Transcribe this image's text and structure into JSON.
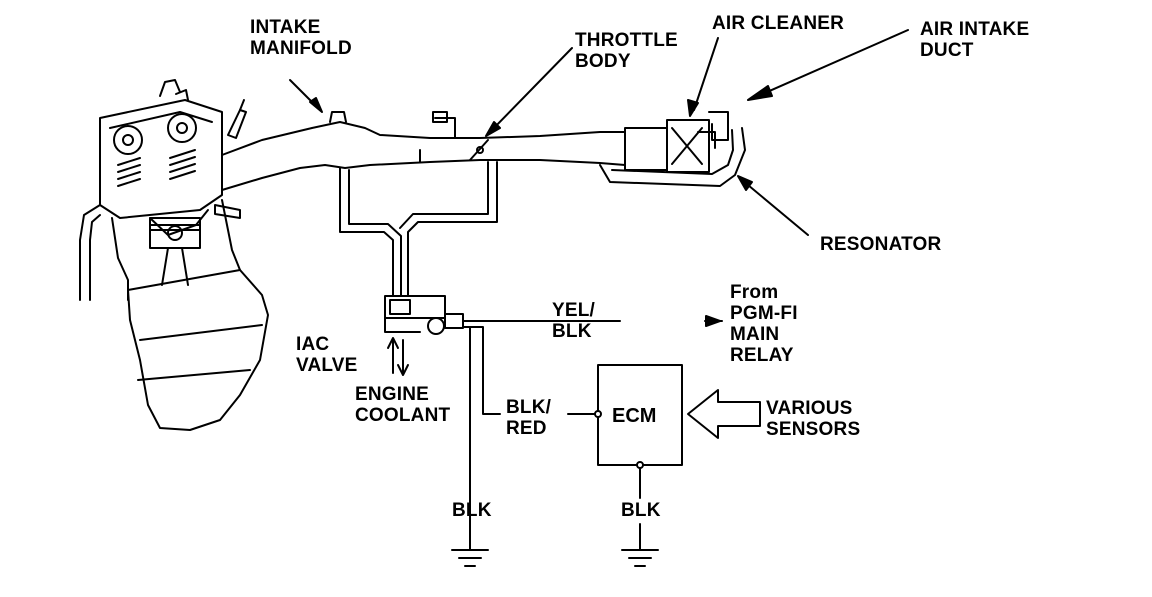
{
  "labels": {
    "intake_manifold": "INTAKE\nMANIFOLD",
    "throttle_body": "THROTTLE\nBODY",
    "air_cleaner": "AIR CLEANER",
    "air_intake_duct": "AIR INTAKE\nDUCT",
    "resonator": "RESONATOR",
    "from_pgmfi": "From\nPGM-FI\nMAIN\nRELAY",
    "yel_blk": "YEL/\nBLK",
    "iac_valve": "IAC\nVALVE",
    "engine_coolant": "ENGINE\nCOOLANT",
    "blk_red": "BLK/\nRED",
    "ecm": "ECM",
    "various_sensors": "VARIOUS\nSENSORS",
    "blk_left": "BLK",
    "blk_right": "BLK"
  },
  "colors": {
    "line": "#000000",
    "background": "#ffffff"
  }
}
